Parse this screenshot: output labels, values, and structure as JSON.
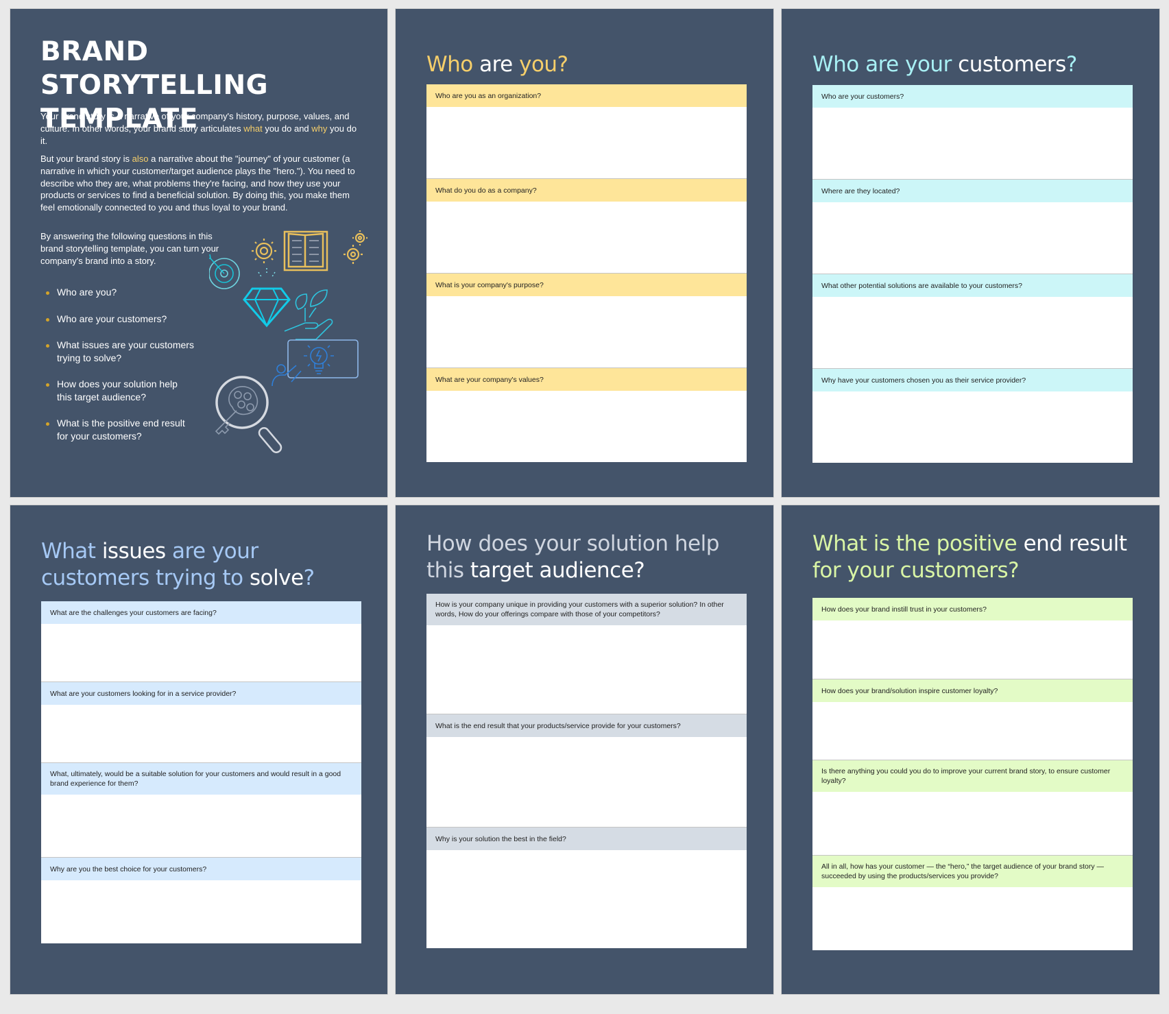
{
  "colors": {
    "page_bg": "#44546a",
    "canvas_bg": "#e9e9e9",
    "accent_yellow": "#f6cf6a",
    "accent_cyan": "#a8f0f4",
    "accent_blue": "#a6c9f5",
    "accent_gray": "#d0d6e0",
    "accent_green": "#d9f5a5",
    "header_yellow": "#fee599",
    "header_cyan": "#ccf6f8",
    "header_blue": "#d6eafd",
    "header_gray": "#d5dce4",
    "header_green": "#e3fbc6"
  },
  "cover": {
    "title_line1": "BRAND STORYTELLING",
    "title_line2": "TEMPLATE",
    "intro1": {
      "a": "Your brand story is a narrative of your company's history, purpose, values, and culture. In other words, your brand story articulates ",
      "hl1": "what",
      "b": " you do and ",
      "hl2": "why",
      "c": " you do it."
    },
    "intro2": {
      "a": "But your brand story is ",
      "hl": "also",
      "b": " a narrative about the \"journey\" of your customer (a narrative in which your customer/target audience plays the \"hero.\"). You need to describe who they are, what problems they're facing, and how they use your products or services to find a beneficial solution. By doing this, you make them feel emotionally connected to you and thus loyal to your brand."
    },
    "intro3": "By answering the following questions in this brand storytelling template, you can turn your company's brand into a story.",
    "bullets": [
      "Who are you?",
      "Who are your customers?",
      "What issues are your customers trying to solve?",
      "How does your solution help this target audience?",
      "What is the positive end result for your customers?"
    ],
    "icons": [
      "gears-icon",
      "open-book-icon",
      "target-icon",
      "diamond-icon",
      "hand-plant-icon",
      "presentation-lightbulb-icon",
      "magnifier-key-icon"
    ]
  },
  "sections": [
    {
      "title_parts": [
        {
          "text": "Who ",
          "accent": true
        },
        {
          "text": "are ",
          "accent": false
        },
        {
          "text": "you?",
          "accent": true
        }
      ],
      "questions": [
        "Who are you as an organization?",
        "What do you do as a company?",
        "What is your company's purpose?",
        "What are your company's values?"
      ]
    },
    {
      "title_parts": [
        {
          "text": "Who are your ",
          "accent": true
        },
        {
          "text": "customers",
          "accent": false
        },
        {
          "text": "?",
          "accent": true
        }
      ],
      "questions": [
        "Who are your customers?",
        "Where are they located?",
        "What other potential solutions are available to your customers?",
        "Why have your customers chosen you as their service provider?"
      ]
    },
    {
      "title_line1": [
        {
          "text": "What ",
          "accent": true
        },
        {
          "text": "issues ",
          "accent": false
        },
        {
          "text": "are your",
          "accent": true
        }
      ],
      "title_line2": [
        {
          "text": "customers trying to ",
          "accent": true
        },
        {
          "text": "solve",
          "accent": false
        },
        {
          "text": "?",
          "accent": true
        }
      ],
      "questions": [
        "What are the challenges your customers are facing?",
        "What are your customers looking for in a service provider?",
        "What, ultimately, would be a suitable solution for your customers and would result in a good brand experience for them?",
        "Why are you the best choice for your customers?"
      ]
    },
    {
      "title_line1": [
        {
          "text": "How does your solution help",
          "accent": true
        }
      ],
      "title_line2": [
        {
          "text": "this ",
          "accent": true
        },
        {
          "text": "target audience?",
          "accent": false
        }
      ],
      "questions": [
        "How is your company unique in providing your customers with a superior solution? In other words, How do your offerings compare with those of your competitors?",
        "What is the end result that your products/service provide for your customers?",
        "Why is your solution the best in the field?"
      ]
    },
    {
      "title_line1": [
        {
          "text": "What is the positive ",
          "accent": true
        },
        {
          "text": "end result",
          "accent": false
        }
      ],
      "title_line2": [
        {
          "text": "for your customers?",
          "accent": true
        }
      ],
      "questions": [
        "How does your brand instill trust in your customers?",
        "How does your brand/solution inspire customer loyalty?",
        "Is there anything you could you do to improve your current brand story, to ensure customer loyalty?",
        "All in all, how has your customer — the “hero,” the target audience of your brand story — succeeded by using the products/services you provide?"
      ]
    }
  ]
}
